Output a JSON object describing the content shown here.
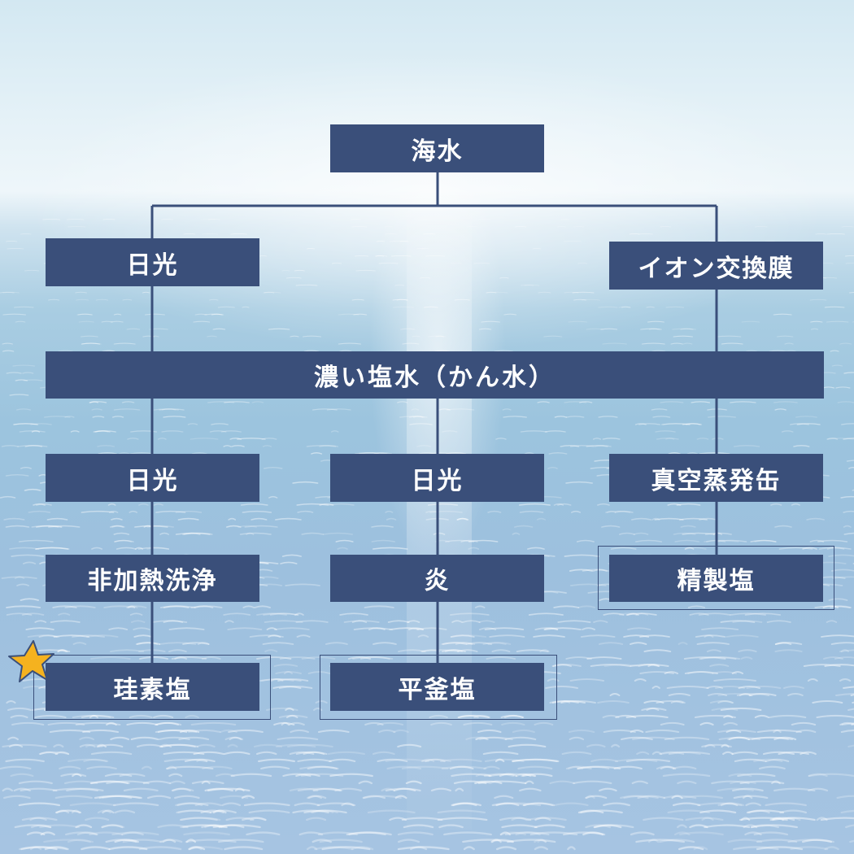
{
  "diagram": {
    "root": "海水",
    "level1": {
      "left": "日光",
      "right": "イオン交換膜"
    },
    "merge": "濃い塩水（かん水）",
    "level3": {
      "left": "日光",
      "center": "日光",
      "right": "真空蒸発缶"
    },
    "level4": {
      "left": "非加熱洗浄",
      "center": "炎",
      "right": "精製塩"
    },
    "level5": {
      "left": "珪素塩",
      "center": "平釜塩"
    }
  },
  "colors": {
    "box": "#3a4f7a",
    "text": "#ffffff",
    "connector": "#3a4f7a",
    "star": "#f5b21f"
  },
  "icons": {
    "highlight": "star-icon"
  }
}
